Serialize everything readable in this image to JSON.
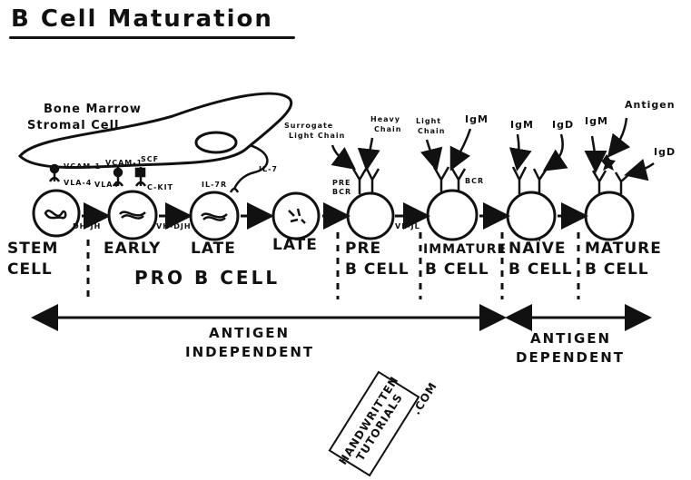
{
  "title": "B Cell Maturation",
  "stromal_cell_label": [
    "Bone Marrow",
    "Stromal Cell"
  ],
  "molecules": {
    "vcam1_left": "VCAM-1",
    "vla4": "VLA-4",
    "vcam1_mid": "VCAM-1",
    "scf": "SCF",
    "vla_mid": "VLA4",
    "ckit": "C-KIT",
    "il7r": "IL-7R",
    "il7": "IL-7",
    "surrogate_light_chain": [
      "Surrogate",
      "Light Chain"
    ],
    "heavy_chain": [
      "Heavy",
      "Chain"
    ],
    "pre_bcr": [
      "PRE",
      "BCR"
    ],
    "light_chain": [
      "Light",
      "Chain"
    ],
    "igm_immature": "IgM",
    "bcr": "BCR",
    "igm_naive": "IgM",
    "igd_naive": "IgD",
    "igm_mature": "IgM",
    "antigen": "Antigen",
    "igd_mature": "IgD"
  },
  "rearrangements": {
    "dh_jh": "DH-JH",
    "vh_djh": "VH-DJH",
    "vl_jl": "VL-JL"
  },
  "stages": {
    "stem": [
      "STEM",
      "CELL"
    ],
    "early": "EARLY",
    "late1": "LATE",
    "late2": "LATE",
    "pro_b": "PRO B CELL",
    "pre": [
      "PRE",
      "B CELL"
    ],
    "immature": [
      "IMMATURE",
      "B CELL"
    ],
    "naive": [
      "NAÏVE",
      "B CELL"
    ],
    "mature": [
      "MATURE",
      "B CELL"
    ]
  },
  "phases": {
    "antigen_independent": [
      "ANTIGEN",
      "INDEPENDENT"
    ],
    "antigen_dependent": [
      "ANTIGEN",
      "DEPENDENT"
    ]
  },
  "watermark": [
    "HANDWRITTEN",
    "TUTORIALS",
    ".COM"
  ]
}
